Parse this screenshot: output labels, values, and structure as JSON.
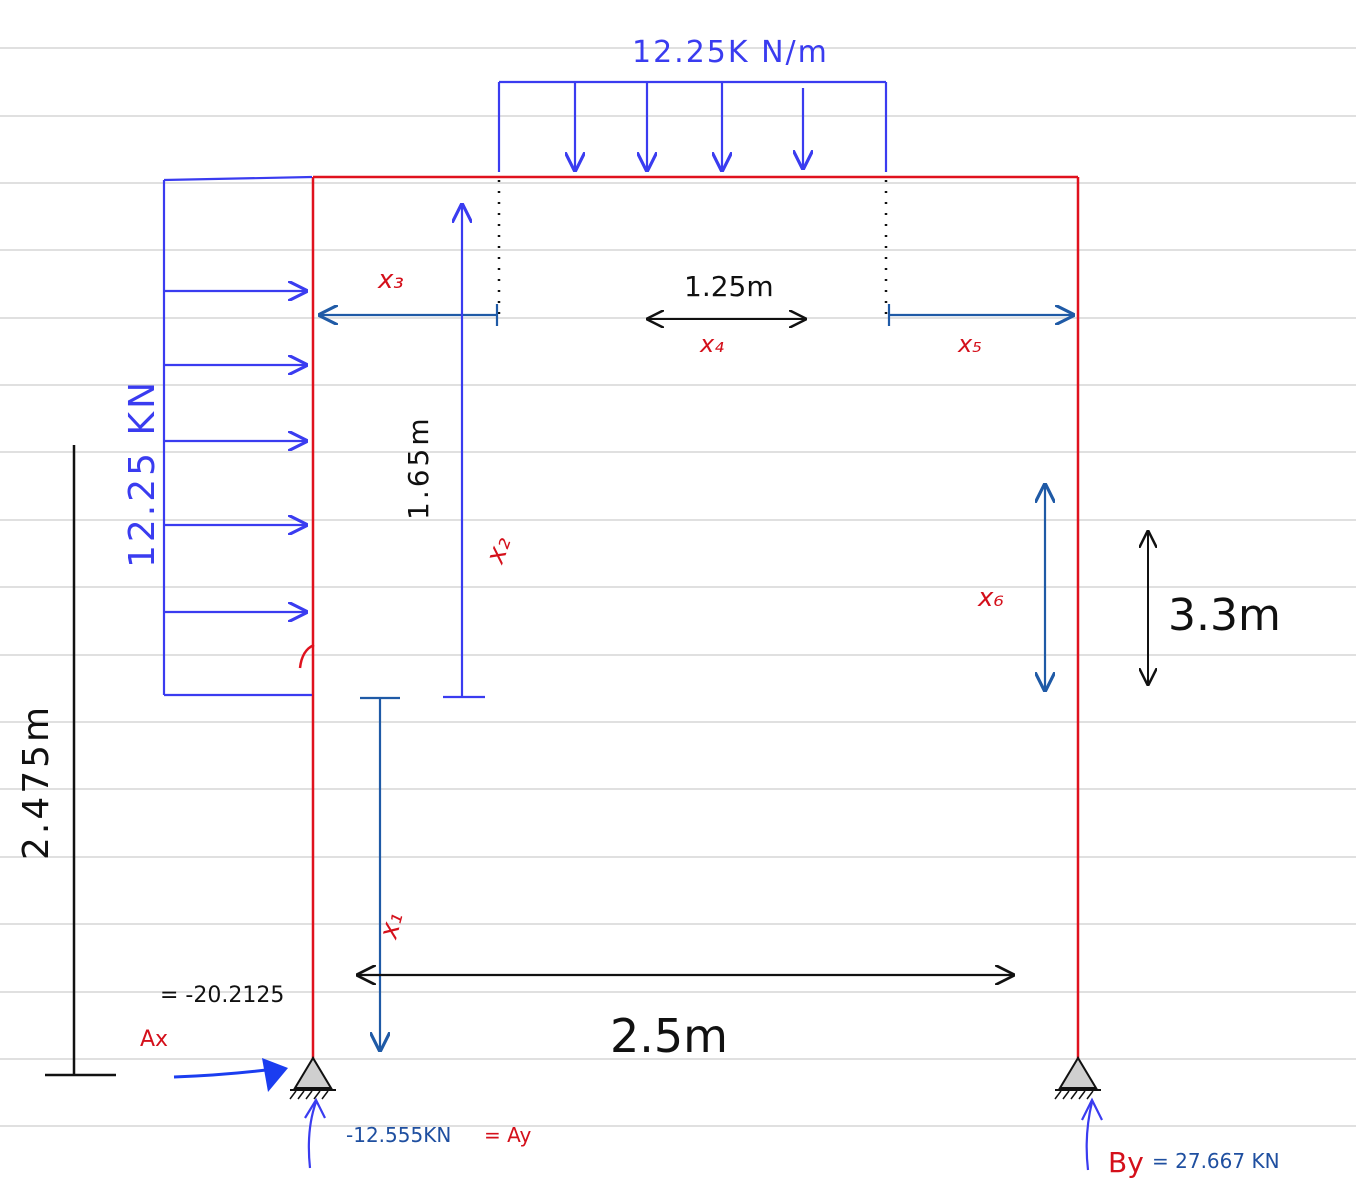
{
  "colors": {
    "frame": "#e0121e",
    "load": "#3a3cf0",
    "dimension": "#1f5aa6",
    "label_red": "#d4101b",
    "ink": "#111111",
    "ruling": "#d6d6d6"
  },
  "loads": {
    "udl_top": "12.25K N/m",
    "udl_left": "12.25 KN"
  },
  "dimensions": {
    "top_middle": "1.25m",
    "left_segment": "1.65m",
    "left_total": "2.475m",
    "right_height": "3.3m",
    "span": "2.5m"
  },
  "sections": {
    "x1": "x₁",
    "x2": "x₂",
    "x3": "x₃",
    "x4": "x₄",
    "x5": "x₅",
    "x6": "x₆"
  },
  "reactions": {
    "ax_label": "Ax",
    "ax_value": "= -20.2125",
    "ay_value": "-12.555KN",
    "ay_label": "= Ay",
    "by_label": "By",
    "by_value": "= 27.667 KN"
  },
  "icons": [
    "pin-support-icon",
    "arrow-icon"
  ]
}
